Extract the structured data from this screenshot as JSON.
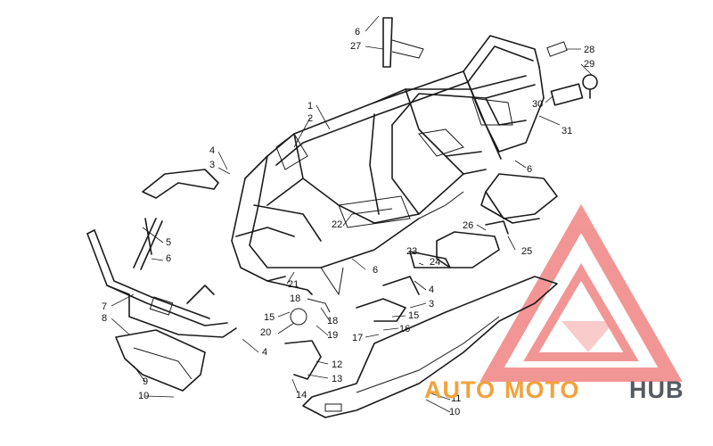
{
  "diagram": {
    "callouts": [
      "1",
      "2",
      "3",
      "4",
      "5",
      "6",
      "7",
      "8",
      "9",
      "10",
      "11",
      "12",
      "13",
      "14",
      "15",
      "16",
      "17",
      "18",
      "19",
      "20",
      "21",
      "22",
      "23",
      "24",
      "25",
      "26",
      "27",
      "28",
      "29",
      "30",
      "31"
    ],
    "watermark": {
      "logo_name": "triangle-logo-icon",
      "text_auto": "AUTO",
      "text_moto": "MOTO",
      "text_hub": "HUB",
      "colors": {
        "red": "#e8413f",
        "orange": "#f2a23a",
        "grey": "#555a60"
      }
    }
  }
}
